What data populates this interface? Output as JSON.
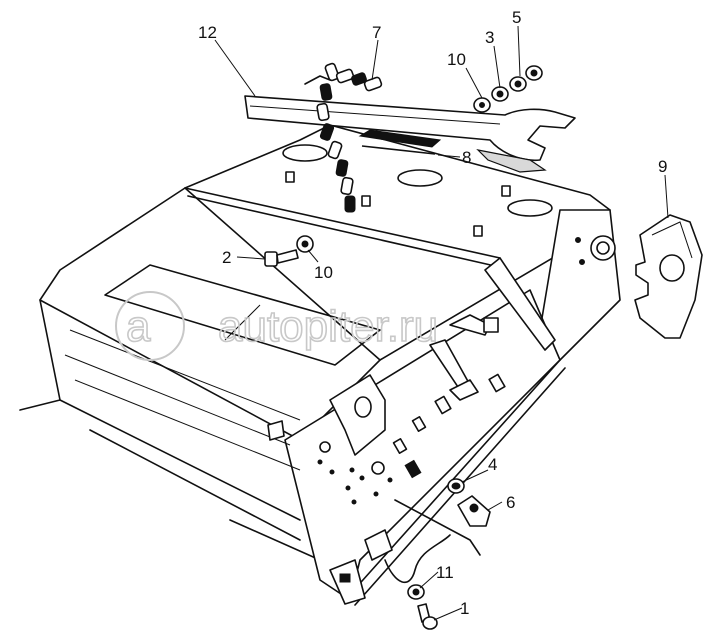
{
  "watermark": "autopiter.ru",
  "callouts": {
    "c12": "12",
    "c7": "7",
    "c10_top": "10",
    "c3": "3",
    "c5": "5",
    "c8": "8",
    "c9": "9",
    "c2": "2",
    "c10_mid": "10",
    "c4": "4",
    "c6": "6",
    "c11": "11",
    "c1": "1"
  }
}
